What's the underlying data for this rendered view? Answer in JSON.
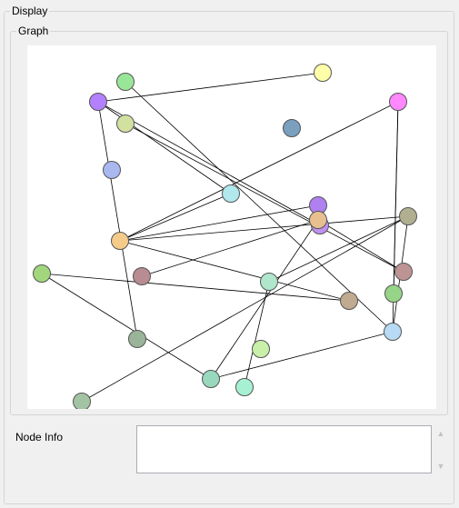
{
  "display": {
    "title": "Display"
  },
  "graph": {
    "title": "Graph",
    "nodes": [
      {
        "id": "n1",
        "color": "#99e699"
      },
      {
        "id": "n2",
        "color": "#ffffaa"
      },
      {
        "id": "n3",
        "color": "#b380ff"
      },
      {
        "id": "n4",
        "color": "#ff88ff"
      },
      {
        "id": "n5",
        "color": "#d2e0a0"
      },
      {
        "id": "n6",
        "color": "#7a9fbf"
      },
      {
        "id": "n7",
        "color": "#aab8f0"
      },
      {
        "id": "n8",
        "color": "#b0e8ee"
      },
      {
        "id": "n9",
        "color": "#b080f0"
      },
      {
        "id": "n10",
        "color": "#c090f0"
      },
      {
        "id": "n11",
        "color": "#f5cb8a"
      },
      {
        "id": "n12",
        "color": "#e8c090"
      },
      {
        "id": "n13",
        "color": "#b0b090"
      },
      {
        "id": "n14",
        "color": "#a2d67c"
      },
      {
        "id": "n15",
        "color": "#b88c92"
      },
      {
        "id": "n16",
        "color": "#b0e6cc"
      },
      {
        "id": "n17",
        "color": "#c0aa90"
      },
      {
        "id": "n18",
        "color": "#bd9494"
      },
      {
        "id": "n19",
        "color": "#96d488"
      },
      {
        "id": "n20",
        "color": "#99b499"
      },
      {
        "id": "n21",
        "color": "#c8f0a8"
      },
      {
        "id": "n22",
        "color": "#b8daf4"
      },
      {
        "id": "n23",
        "color": "#98d8bc"
      },
      {
        "id": "n24",
        "color": "#a8f0d4"
      },
      {
        "id": "n25",
        "color": "#a2c4a2"
      }
    ],
    "edges": [
      [
        "n3",
        "n2"
      ],
      [
        "n3",
        "n8"
      ],
      [
        "n3",
        "n10"
      ],
      [
        "n3",
        "n20"
      ],
      [
        "n1",
        "n22"
      ],
      [
        "n4",
        "n11"
      ],
      [
        "n4",
        "n22"
      ],
      [
        "n4",
        "n19"
      ],
      [
        "n5",
        "n18"
      ],
      [
        "n11",
        "n8"
      ],
      [
        "n11",
        "n9"
      ],
      [
        "n11",
        "n13"
      ],
      [
        "n11",
        "n17"
      ],
      [
        "n15",
        "n12"
      ],
      [
        "n14",
        "n23"
      ],
      [
        "n14",
        "n17"
      ],
      [
        "n16",
        "n24"
      ],
      [
        "n12",
        "n23"
      ],
      [
        "n13",
        "n25"
      ],
      [
        "n13",
        "n22"
      ],
      [
        "n13",
        "n16"
      ],
      [
        "n23",
        "n22"
      ],
      [
        "n12",
        "n18"
      ]
    ]
  },
  "node_info": {
    "label": "Node Info",
    "value": ""
  },
  "scroll": {
    "up_icon": "chevron-up-icon",
    "down_icon": "chevron-down-icon"
  }
}
